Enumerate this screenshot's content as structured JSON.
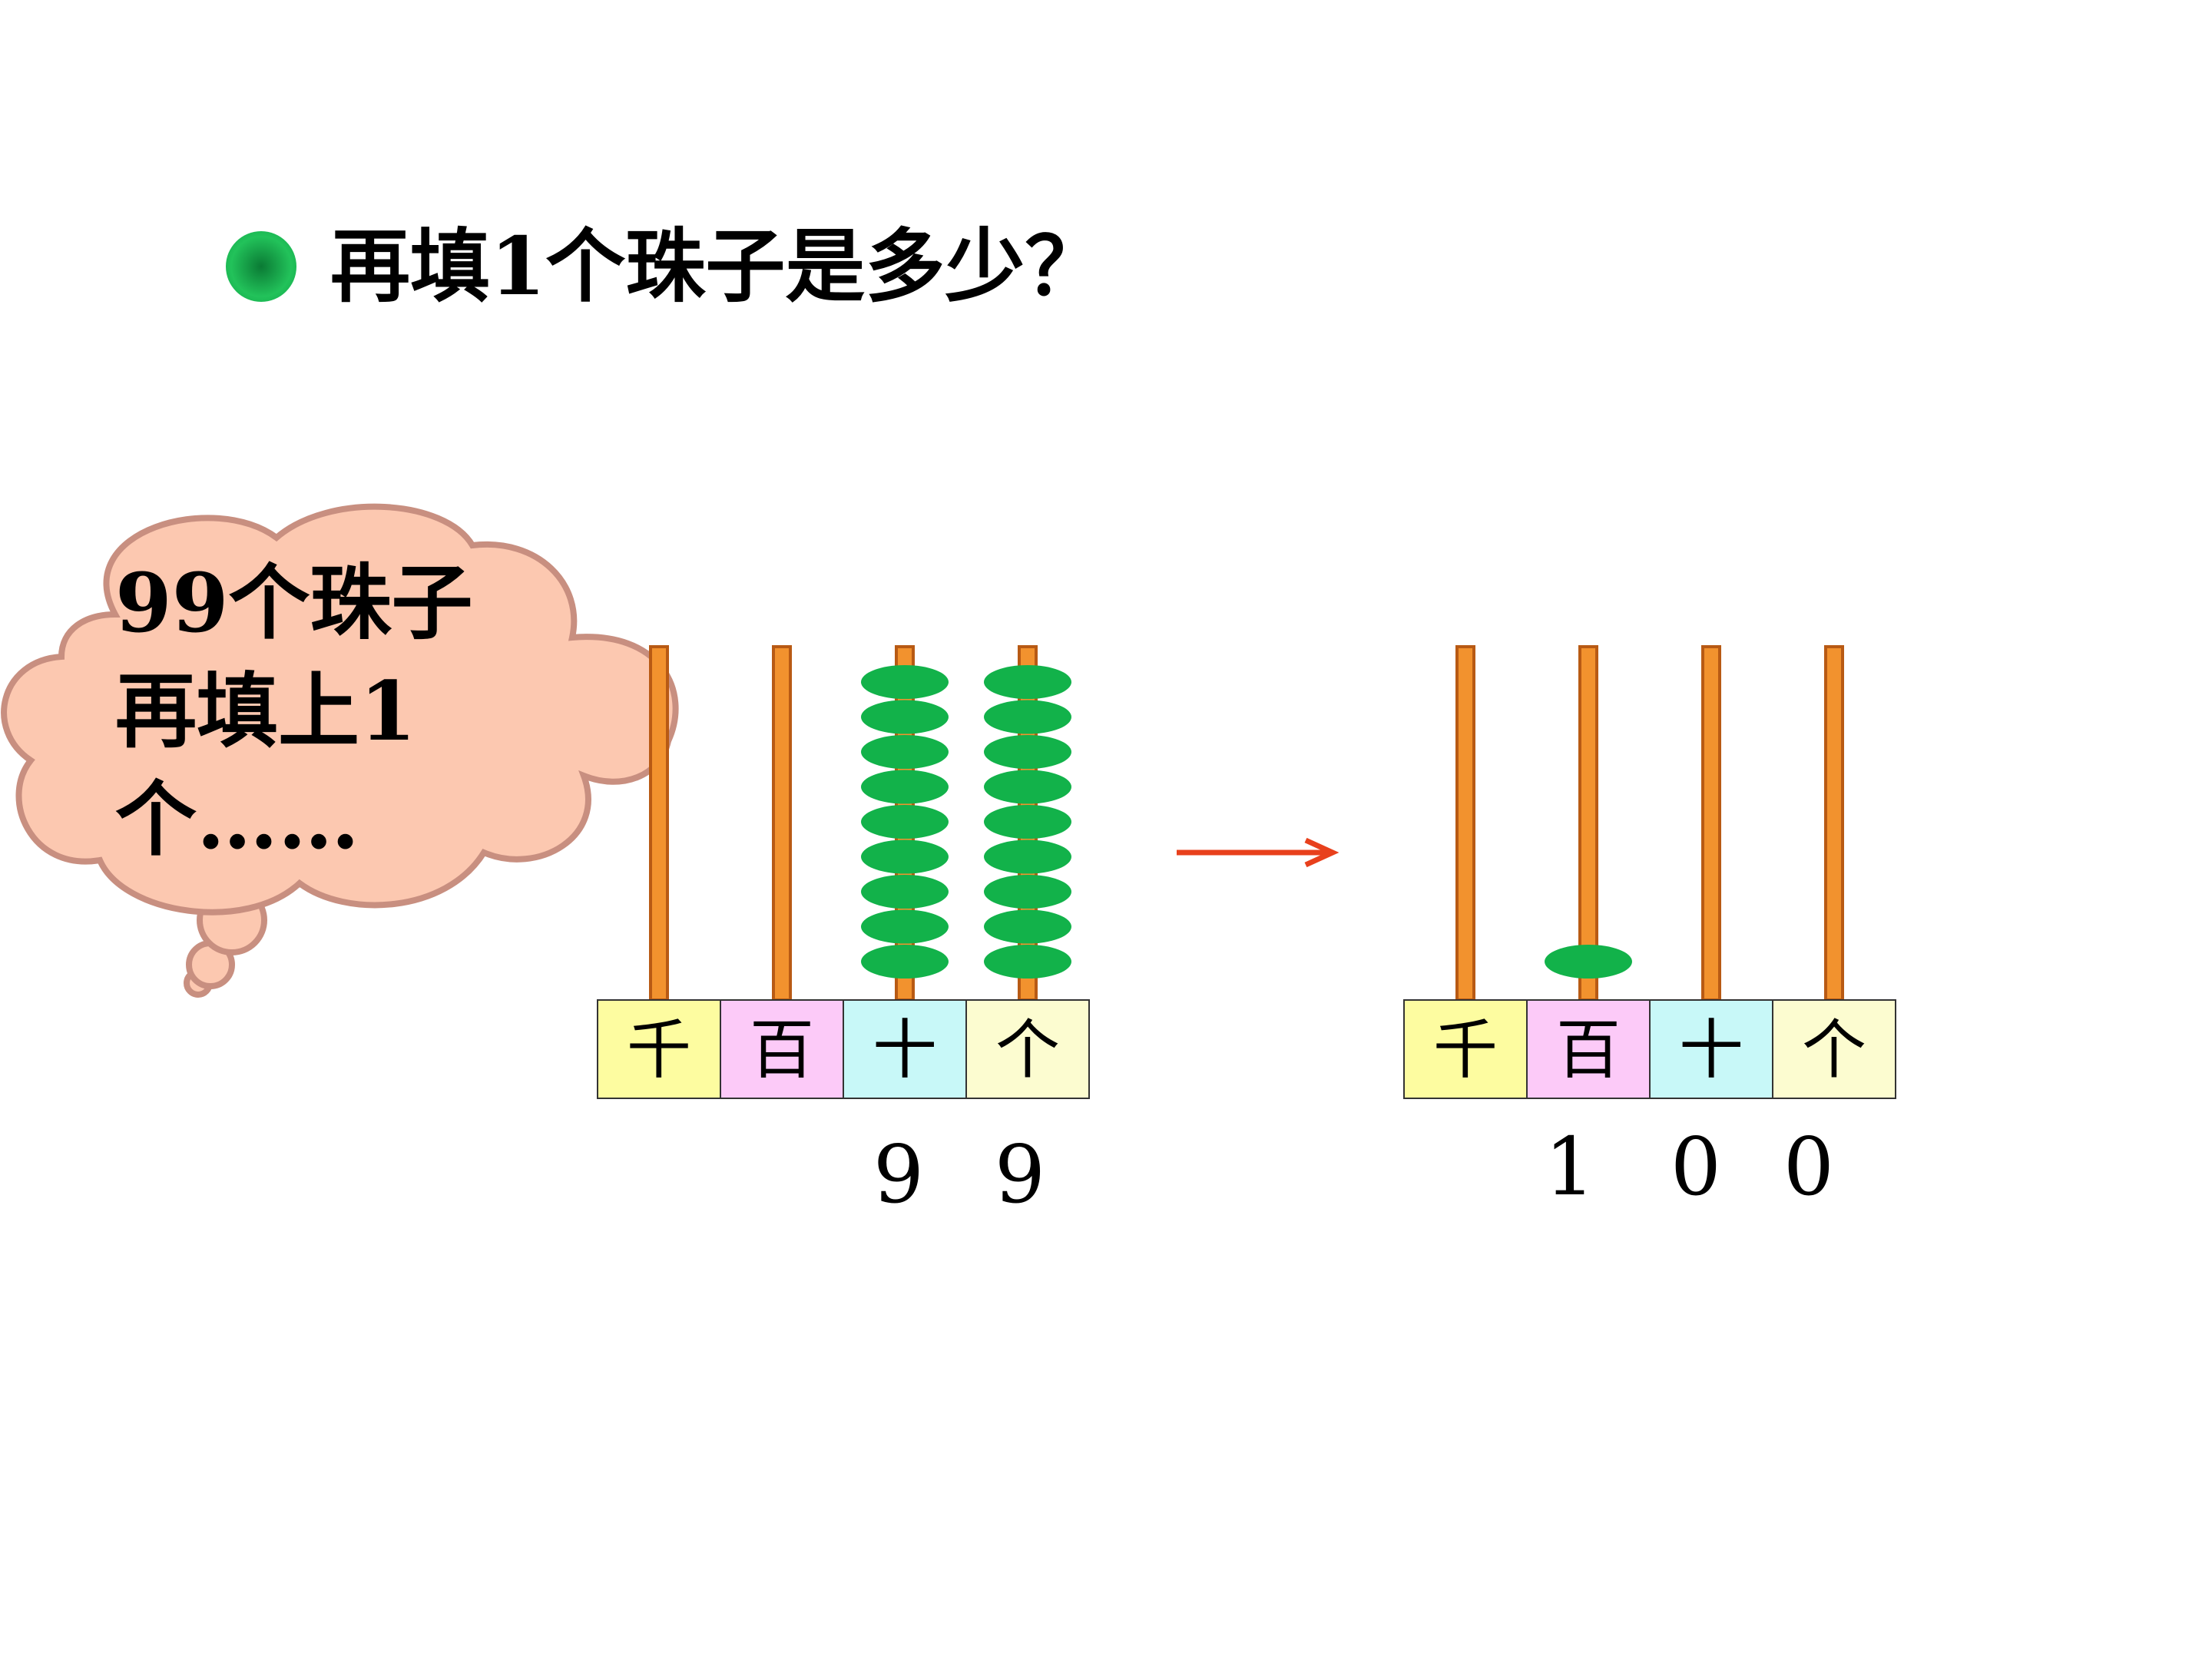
{
  "title": "再填1个珠子是多少？",
  "thought_bubble": {
    "lines": [
      "99个珠子",
      "再填上1",
      "个……"
    ]
  },
  "abacus_left": {
    "labels": [
      "千",
      "百",
      "十",
      "个"
    ],
    "beads": [
      0,
      0,
      9,
      9
    ],
    "digits": [
      "9",
      "9"
    ]
  },
  "abacus_right": {
    "labels": [
      "千",
      "百",
      "十",
      "个"
    ],
    "beads": [
      0,
      1,
      0,
      0
    ],
    "digits": [
      "1",
      "0",
      "0"
    ]
  },
  "colors": {
    "rod": "#f2922e",
    "rod_border": "#b85a14",
    "bead": "#12b24a",
    "arrow": "#e8401c",
    "cloud_fill": "#fcc8b0",
    "cloud_stroke": "#c88f80",
    "label_bg": [
      "#fdfca0",
      "#fccaf8",
      "#c8f8f8",
      "#fcfcd0"
    ]
  }
}
